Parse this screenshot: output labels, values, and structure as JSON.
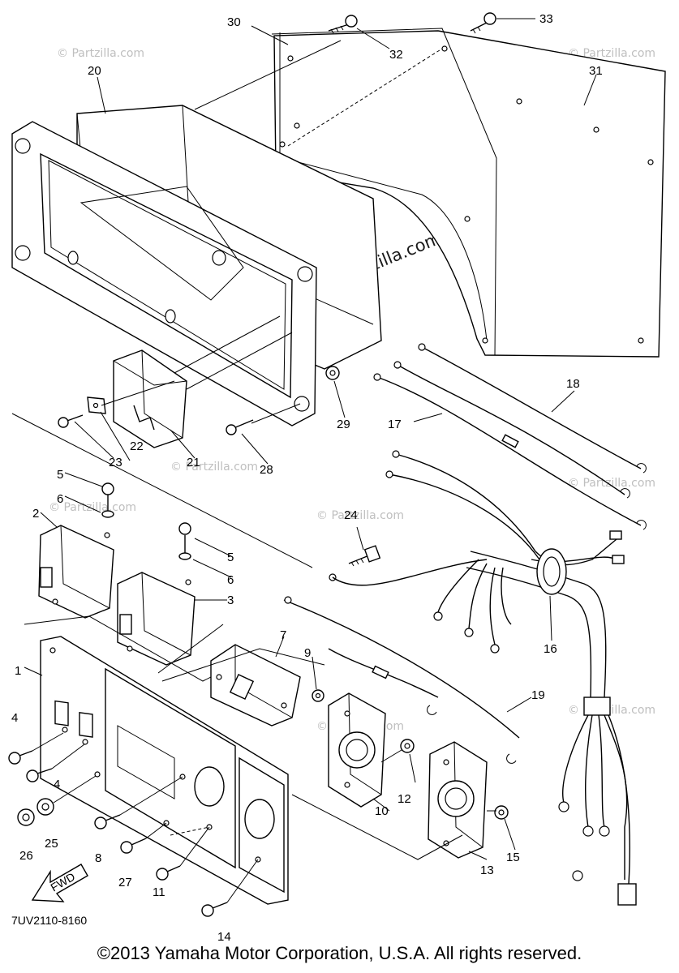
{
  "diagram": {
    "drawing_code": "7UV2110-8160",
    "fwd_label": "FWD",
    "watermark_main": "© Partzilla.com",
    "watermark_small": "© Partzilla.com",
    "copyright": "©2013 Yamaha Motor Corporation, U.S.A. All rights reserved.",
    "part_labels": [
      "1",
      "2",
      "3",
      "4",
      "4",
      "5",
      "5",
      "6",
      "6",
      "7",
      "8",
      "9",
      "10",
      "11",
      "12",
      "13",
      "14",
      "15",
      "16",
      "17",
      "18",
      "19",
      "20",
      "21",
      "22",
      "23",
      "24",
      "25",
      "26",
      "27",
      "28",
      "29",
      "30",
      "31",
      "32",
      "33"
    ]
  }
}
